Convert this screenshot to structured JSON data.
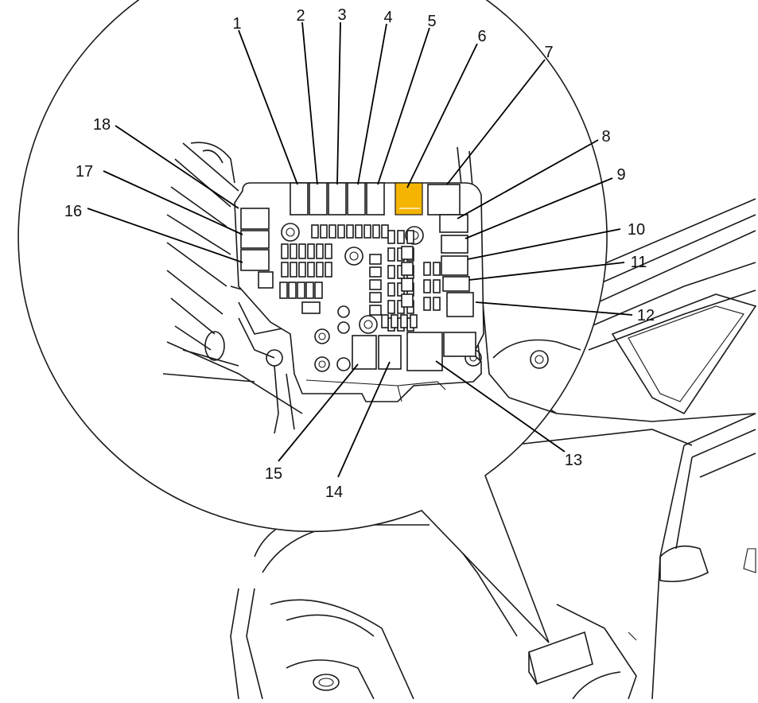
{
  "diagram": {
    "highlight_color": "#f4b400",
    "callouts": [
      {
        "id": 1,
        "label": "1"
      },
      {
        "id": 2,
        "label": "2"
      },
      {
        "id": 3,
        "label": "3"
      },
      {
        "id": 4,
        "label": "4"
      },
      {
        "id": 5,
        "label": "5"
      },
      {
        "id": 6,
        "label": "6"
      },
      {
        "id": 7,
        "label": "7"
      },
      {
        "id": 8,
        "label": "8"
      },
      {
        "id": 9,
        "label": "9"
      },
      {
        "id": 10,
        "label": "10"
      },
      {
        "id": 11,
        "label": "11"
      },
      {
        "id": 12,
        "label": "12"
      },
      {
        "id": 13,
        "label": "13"
      },
      {
        "id": 14,
        "label": "14"
      },
      {
        "id": 15,
        "label": "15"
      },
      {
        "id": 16,
        "label": "16"
      },
      {
        "id": 17,
        "label": "17"
      },
      {
        "id": 18,
        "label": "18"
      }
    ],
    "highlighted_callout": 6
  }
}
